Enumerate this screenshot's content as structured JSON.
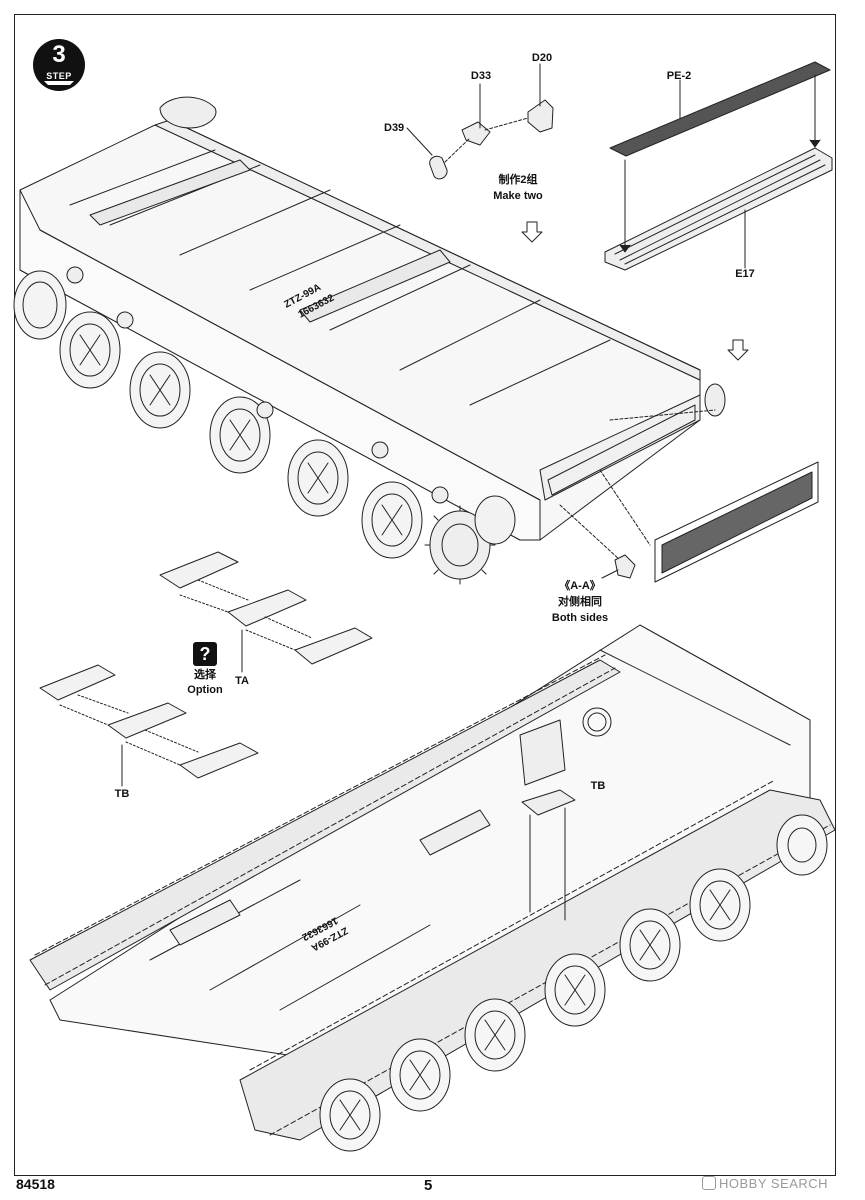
{
  "step": {
    "number": "3",
    "word": "STEP"
  },
  "parts": {
    "d39": "D39",
    "d33": "D33",
    "d20": "D20",
    "pe2": "PE-2",
    "e17": "E17",
    "ta": "TA",
    "tb_left": "TB",
    "tb_right": "TB"
  },
  "notes": {
    "make_two_cn": "制作2组",
    "make_two_en": "Make two",
    "view_ref": "《A-A》",
    "both_sides_cn": "对侧相同",
    "both_sides_en": "Both sides",
    "option_mark": "?",
    "option_cn": "选择",
    "option_en": "Option"
  },
  "hull_markings": {
    "model": "ZTZ-99A",
    "serial": "1663632"
  },
  "footer": {
    "product_code": "84518",
    "page_number": "5",
    "watermark": "HOBBY SEARCH"
  }
}
